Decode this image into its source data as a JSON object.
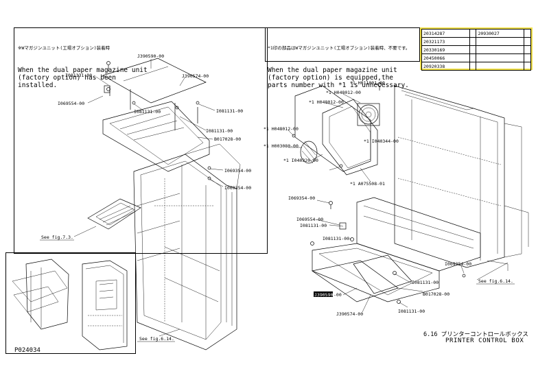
{
  "notes": {
    "left": {
      "jp": "※Wマガジンユニット(工場オプション)装着時",
      "en": "When the dual paper magazine unit\n(factory option) has been\ninstalled."
    },
    "right": {
      "jp": "*1印の部品はWマガジンユニット(工場オプション)装着時、不要です。",
      "en": "When the dual paper magazine unit\n(factory option) is equipped,the\nparts number with *1 is unnecessary."
    }
  },
  "parts_table": {
    "rows": [
      [
        "20314287",
        "",
        "20930027",
        ""
      ],
      [
        "20321173",
        "",
        "",
        ""
      ],
      [
        "20330169",
        "",
        "",
        ""
      ],
      [
        "20450066",
        "",
        "",
        ""
      ],
      [
        "20920338",
        "",
        "",
        ""
      ]
    ]
  },
  "labels": {
    "j390590_top": "J390590-00",
    "j390574_top": "J390574-00",
    "i081131_a": "I081131-00",
    "i069554_a": "I069554-00",
    "i081131_b": "I081131-00",
    "i081131_c": "I081131-00",
    "i081131_d": "I081131-00",
    "b017028_a": "B017028-00",
    "i069354_a": "I069354-00",
    "i069354_b": "I069354-00",
    "see_fig_73": "See fig.7.3.",
    "see_fig_614_a": "See fig.6.14.",
    "h011001": "*1 H011001-00",
    "h048012_a": "*1 H048012-00",
    "h048012_b": "*1 H048012-00",
    "h048012_c": "*1 H048012-00",
    "i040344": "*1 I040344-00",
    "h003080": "*1 H003080-00",
    "i040320": "*1 I040320-00",
    "a075508": "*1 A075508-01",
    "i069354_c": "I069354-00",
    "i069554_b": "I069554-00",
    "i081131_e": "I081131-00",
    "i081131_f": "I081131-00",
    "i069354_d": "I069354-00",
    "see_fig_614_b": "See fig.6.14.",
    "j390590_bot": "J390590",
    "j390590_bot_suffix": "-00",
    "i081131_g": "I081131-00",
    "b017028_b": "B017028-00",
    "j390574_bot": "J390574-00",
    "i081131_h": "I081131-00"
  },
  "title": {
    "jp": "6.16 プリンターコントロールボックス",
    "en": "PRINTER CONTROL BOX"
  },
  "doc_id": "P024034",
  "colors": {
    "table_highlight": "#f2e14a",
    "line": "#000000"
  }
}
